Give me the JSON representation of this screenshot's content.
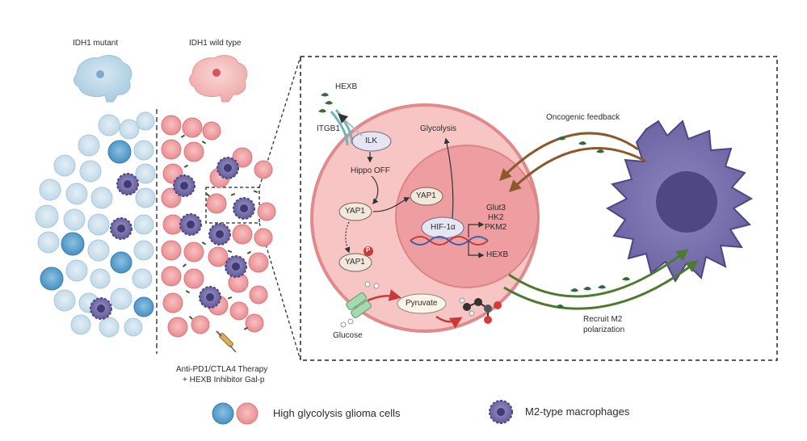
{
  "left_panel": {
    "mutant_label": "IDH1 mutant",
    "wildtype_label": "IDH1 wild type",
    "therapy_line1": "Anti-PD1/CTLA4 Therapy",
    "therapy_line2": "+ HEXB Inhibitor Gal-p"
  },
  "mechanism": {
    "hexb_top": "HEXB",
    "itgb1": "ITGB1",
    "ilk": "ILK",
    "hippo": "Hippo OFF",
    "yap1_cyto": "YAP1",
    "yap1_nuc": "YAP1",
    "yap1_phos": "YAP1",
    "phospho": "P",
    "glycolysis": "Glycolysis",
    "hif": "HIF-1α",
    "genes": [
      "Glut3",
      "HK2",
      "PKM2"
    ],
    "hexb_target": "HEXB",
    "pyruvate": "Pyruvate",
    "glucose": "Glucose"
  },
  "feedback": {
    "oncogenic": "Oncogenic feedback",
    "recruit_line1": "Recruit M2",
    "recruit_line2": "polarization"
  },
  "legend": {
    "glioma_label": "High glycolysis glioma cells",
    "macrophage_label": "M2-type macrophages"
  },
  "colors": {
    "mutant_cell": "#cfe3ee",
    "mutant_cell_dark": "#5aa3cf",
    "wt_cell": "#f2a0a2",
    "macrophage": "#7b74ad",
    "cell_body": "#f6b3b3",
    "nucleus": "#e48f94",
    "arrow_brown": "#8a5a2b",
    "arrow_green": "#4d7a2e"
  }
}
